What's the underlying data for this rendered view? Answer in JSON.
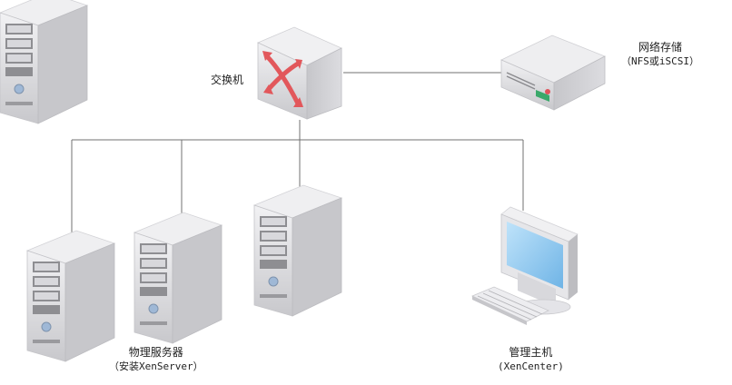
{
  "labels": {
    "switch": "交换机",
    "nas_title": "网络存储",
    "nas_sub": "（NFS或iSCSI）",
    "servers_title": "物理服务器",
    "servers_sub": "（安装XenServer）",
    "mgmt_title": "管理主机",
    "mgmt_sub": "(XenCenter)"
  },
  "icons": [
    "switch-icon",
    "nas-storage-icon",
    "server-tower-icon",
    "monitor-icon",
    "keyboard-icon"
  ],
  "colors": {
    "line": "#707070",
    "device_light": "#e8e8ea",
    "device_mid": "#c9c9cc",
    "device_dark": "#a6a6aa",
    "arrow_red": "#e2575b",
    "screen_blue": "#8cc8ef",
    "led_red": "#e0525a",
    "led_green": "#3aa86a"
  }
}
